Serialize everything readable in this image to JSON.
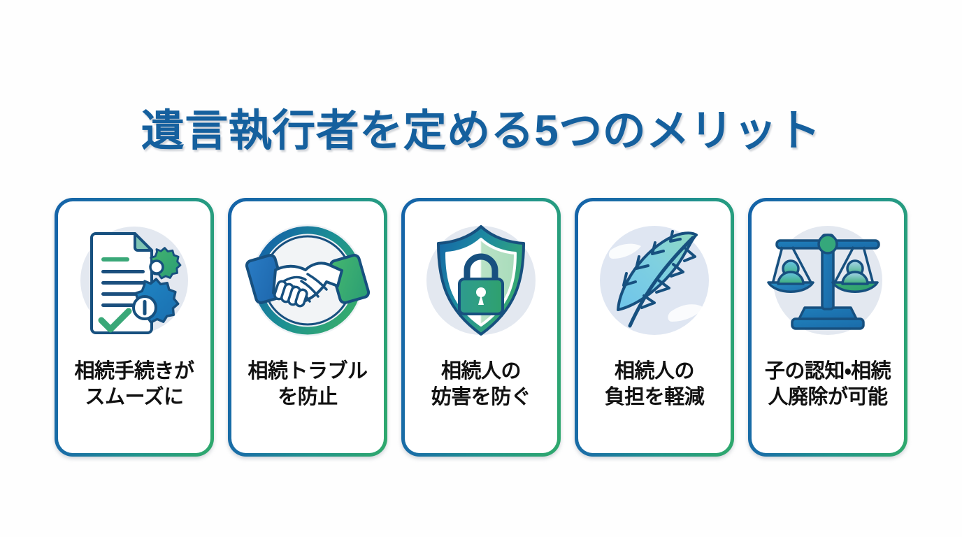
{
  "page": {
    "background_color": "#fefefe",
    "title": "遺言執行者を定める5つのメリット",
    "title_color": "#15609e"
  },
  "theme": {
    "blue": "#1463a8",
    "green": "#2fa96c",
    "teal": "#1b8f93",
    "navy": "#1b4f7e",
    "icon_circle": "#e3e8f0",
    "label_color": "#111111"
  },
  "cards": [
    {
      "index": "1",
      "icon": "document-gears-icon",
      "label_line1": "相続手続きが",
      "label_line2": "スムーズに"
    },
    {
      "index": "2",
      "icon": "handshake-icon",
      "label_line1": "相続トラブル",
      "label_line2": "を防止"
    },
    {
      "index": "3",
      "icon": "shield-lock-icon",
      "label_line1": "相続人の",
      "label_line2": "妨害を防ぐ"
    },
    {
      "index": "4",
      "icon": "feather-quill-icon",
      "label_line1": "相続人の",
      "label_line2": "負担を軽減"
    },
    {
      "index": "5",
      "icon": "balance-scales-people-icon",
      "label_line1": "子の認知・相続",
      "label_line2": "人廃除が可能"
    }
  ]
}
